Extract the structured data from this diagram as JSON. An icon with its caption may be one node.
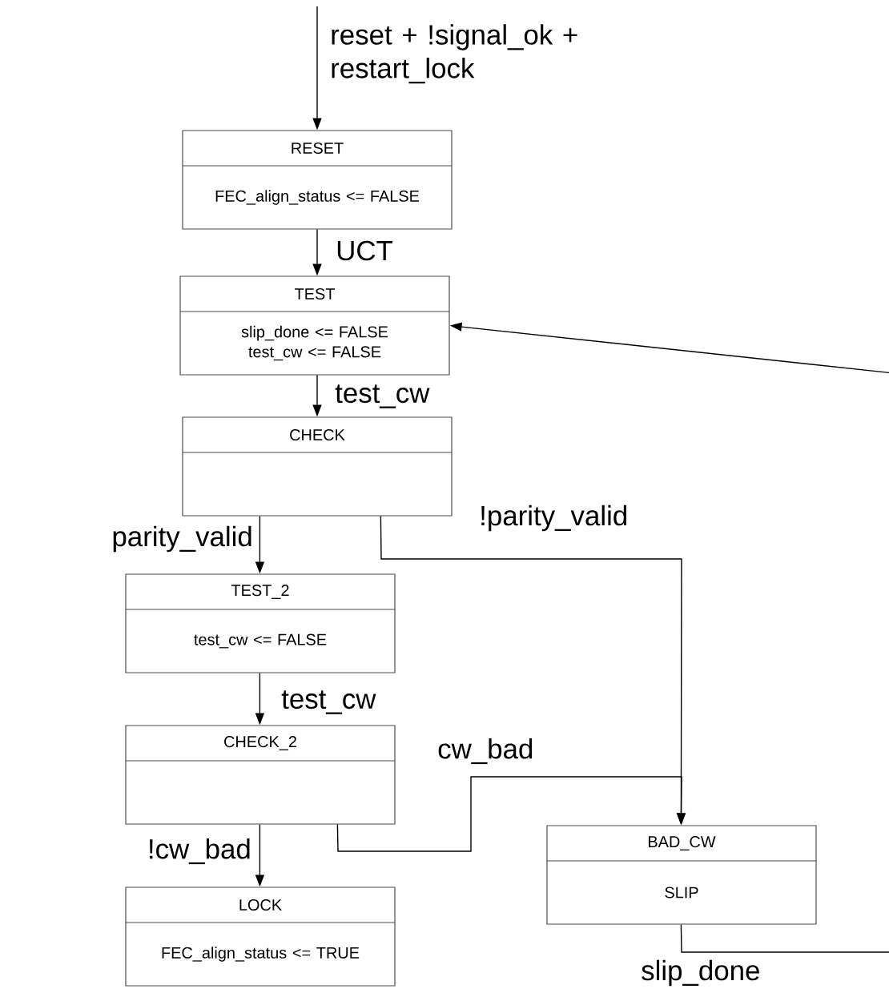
{
  "diagram": {
    "nodes": [
      {
        "text": [
          "RESET",
          "FEC_align_status <= FALSE"
        ]
      },
      {
        "text": [
          "TEST",
          "slip_done <= FALSE test_cw <= FALSE"
        ]
      },
      {
        "text": [
          "CHECK"
        ]
      },
      {
        "text": [
          "TEST_2",
          "test_cw <= FALSE"
        ]
      },
      {
        "text": [
          "CHECK_2"
        ]
      },
      {
        "text": [
          "BAD_CW",
          "SLIP"
        ]
      },
      {
        "text": [
          "LOCK",
          "FEC_align_status <= TRUE"
        ]
      }
    ],
    "edges": [
      {
        "from": null,
        "to": 0,
        "arrow": "to",
        "label": "reset + !signal_ok + restart_lock"
      },
      {
        "from": 0,
        "to": 1,
        "arrow": "to",
        "label": "UCT"
      },
      {
        "from": 1,
        "to": 2,
        "arrow": "to",
        "label": "test_cw"
      },
      {
        "from": 2,
        "to": 3,
        "arrow": "to",
        "label": "parity_valid"
      },
      {
        "from": 2,
        "to": 5,
        "arrow": "to",
        "label": "!parity_valid"
      },
      {
        "from": 3,
        "to": 4,
        "arrow": "to",
        "label": "test_cw"
      },
      {
        "from": 4,
        "to": 5,
        "arrow": "to",
        "label": "cw_bad"
      },
      {
        "from": 4,
        "to": 6,
        "arrow": "to",
        "label": "!cw_bad"
      },
      {
        "from": 5,
        "to": 1,
        "arrow": "to",
        "label": "slip_done"
      }
    ]
  }
}
